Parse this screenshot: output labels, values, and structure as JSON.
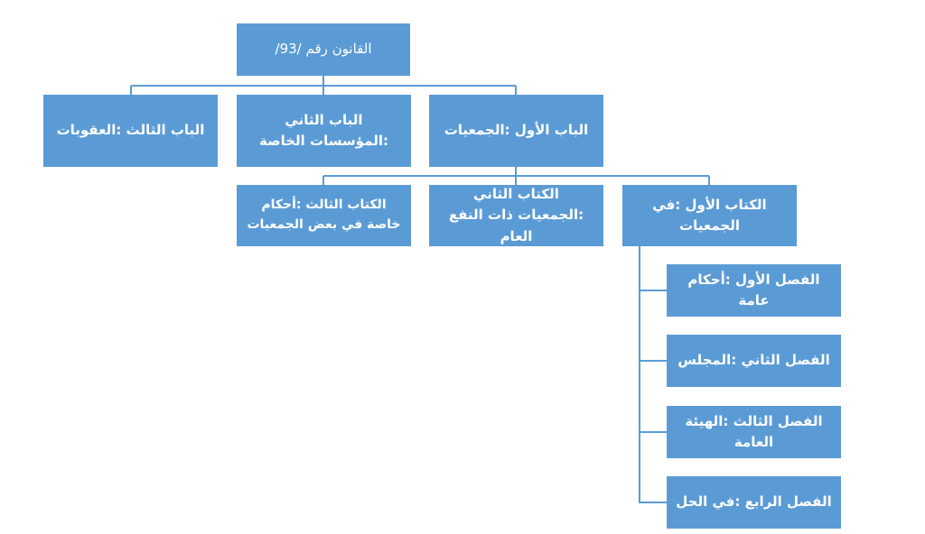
{
  "diagram": {
    "root": {
      "label": "القانون رقم /93/"
    },
    "chapters": [
      {
        "label": "الباب الأول :الجمعيات"
      },
      {
        "label": "الباب الثاني :المؤسسات الخاصة"
      },
      {
        "label": "الباب الثالث :العقوبات"
      }
    ],
    "books": [
      {
        "label": "الكتاب الأول :في الجمعيات"
      },
      {
        "label": "الكتاب الثاني :الجمعيات ذات النفع العام"
      },
      {
        "label": "الكتاب الثالث :أحكام خاصة في بعض الجمعيات"
      }
    ],
    "sections": [
      {
        "label": "الفصل الأول :أحكام عامة"
      },
      {
        "label": "الفصل الثاني :المجلس"
      },
      {
        "label": "الفصل الثالث :الهيئة العامة"
      },
      {
        "label": "الفصل الرابع :في الحل"
      }
    ],
    "colors": {
      "box_fill": "#5b9bd5",
      "connector": "#5b9bd5",
      "text": "#ffffff"
    }
  }
}
